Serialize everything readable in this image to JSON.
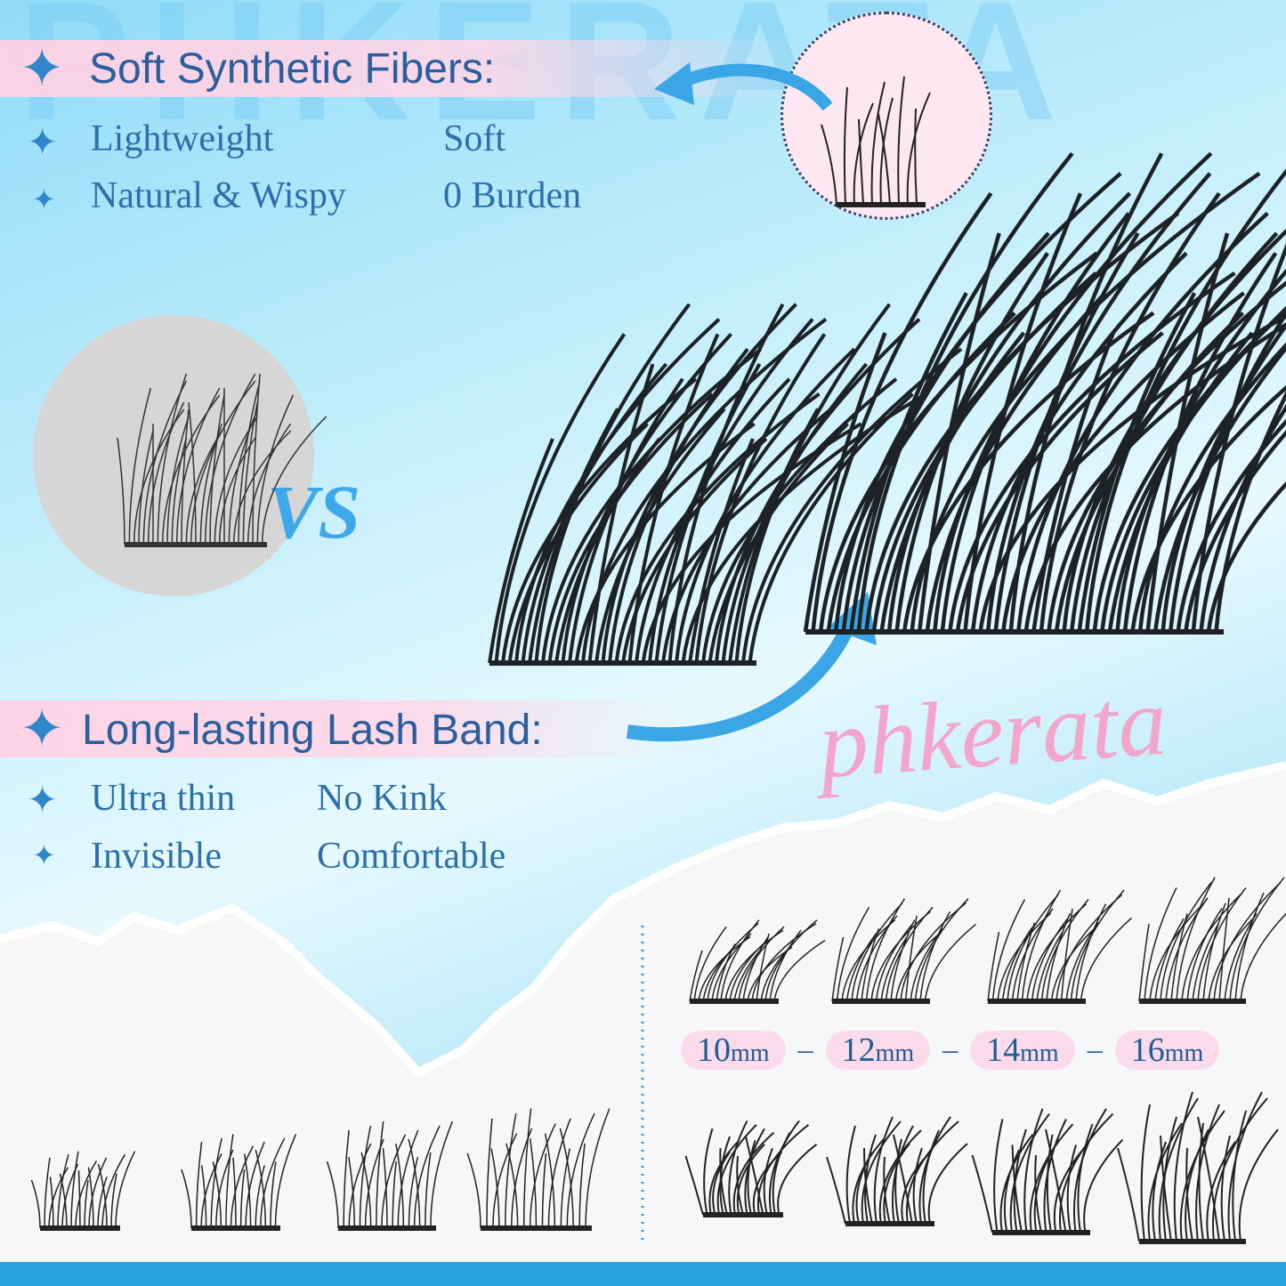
{
  "watermark": {
    "big": "PHKERATA",
    "script": "phkerata"
  },
  "section1": {
    "heading": "Soft Synthetic Fibers:",
    "features": [
      "Lightweight",
      "Soft",
      "Natural & Wispy",
      "0 Burden"
    ]
  },
  "comparison": {
    "vs_label": "VS"
  },
  "section2": {
    "heading": "Long-lasting Lash Band:",
    "features": [
      "Ultra thin",
      "No Kink",
      "Invisible",
      "Comfortable"
    ]
  },
  "sizes": {
    "labels": [
      {
        "num": "10",
        "unit": "mm"
      },
      {
        "num": "12",
        "unit": "mm"
      },
      {
        "num": "14",
        "unit": "mm"
      },
      {
        "num": "16",
        "unit": "mm"
      }
    ],
    "separator": "–"
  },
  "colors": {
    "heading": "#2b5f9c",
    "accent_blue": "#3ea9ea",
    "pink_band": "#ffd2e4",
    "bottom_bar": "#2ba3e0"
  },
  "icons": [
    "sparkle-star-icon",
    "curved-arrow-icon"
  ]
}
